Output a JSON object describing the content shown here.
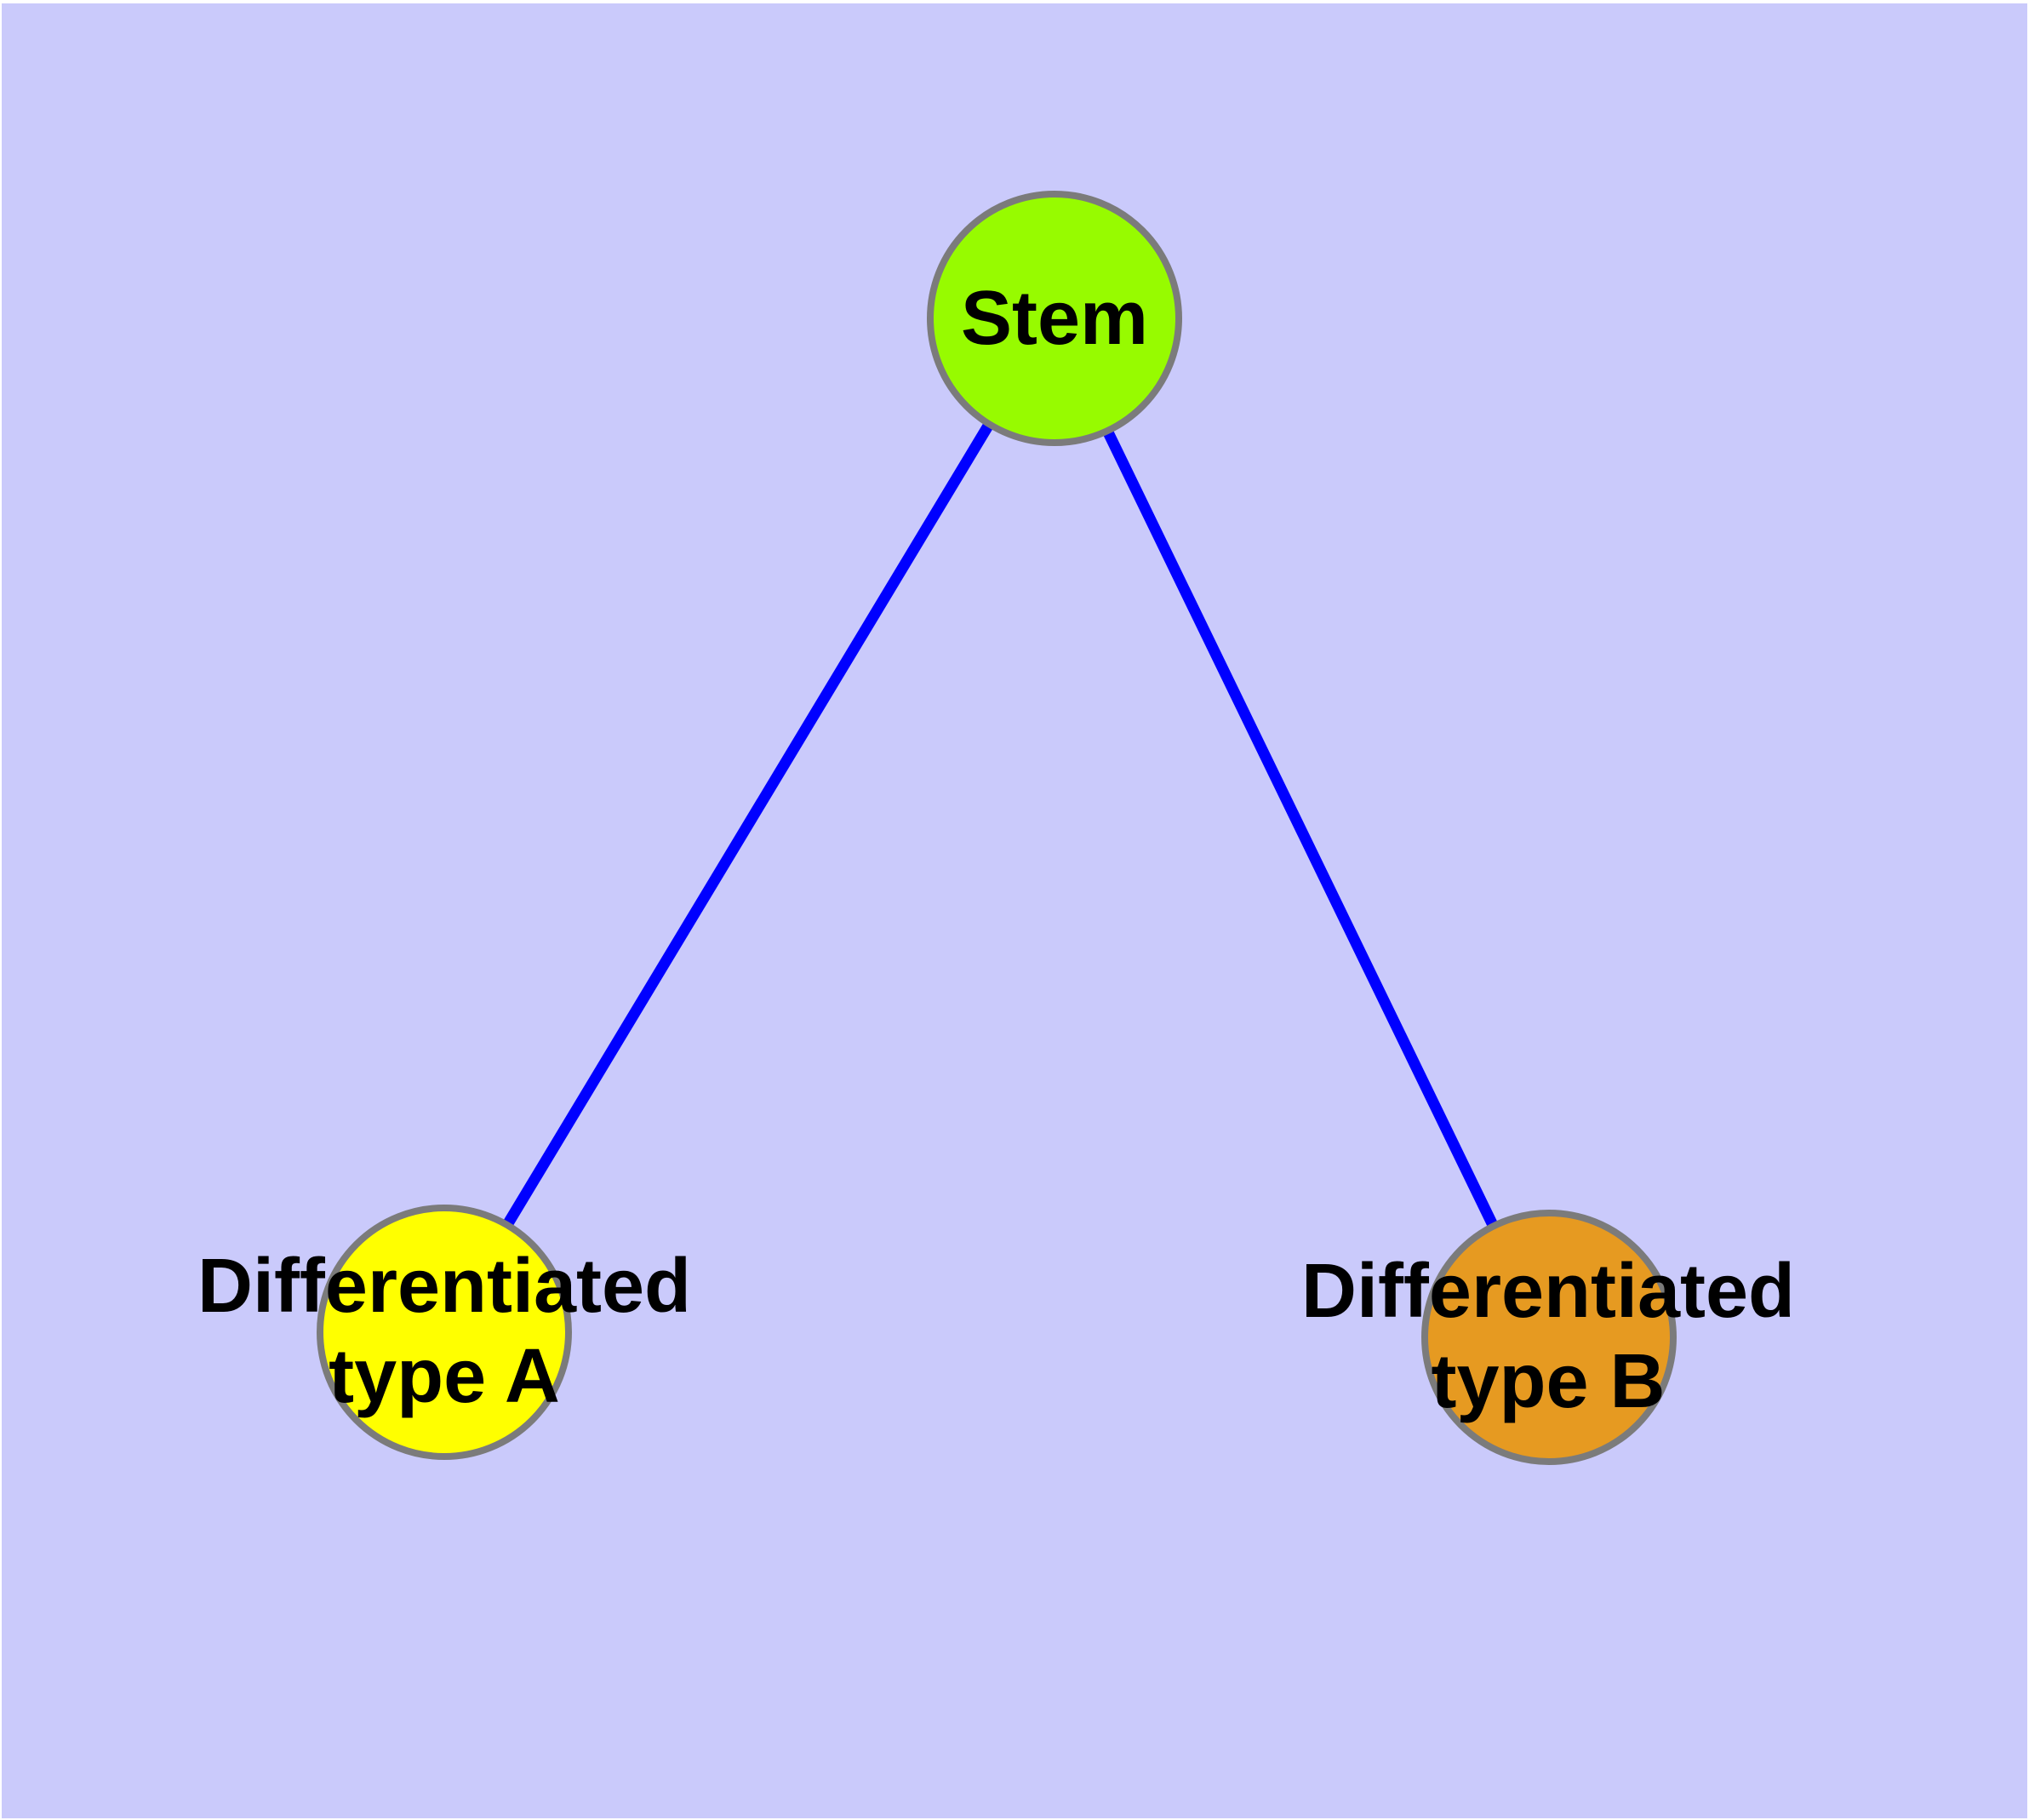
{
  "diagram": {
    "background_color": "#CACAFB",
    "page_margin_color": "#FFFFFF",
    "edge_color": "#0000FF",
    "node_border_color": "#7B7B7B",
    "label_color": "#000000",
    "nodes": [
      {
        "id": "stem",
        "label": "Stem",
        "label_lines": [
          "Stem"
        ],
        "fill": "#97FB00"
      },
      {
        "id": "differentiated-type-a",
        "label": "Differentiated type A",
        "label_lines": [
          "Differentiated",
          "type A"
        ],
        "fill": "#FFFF00"
      },
      {
        "id": "differentiated-type-b",
        "label": "Differentiated type B",
        "label_lines": [
          "Differentiated",
          "type B"
        ],
        "fill": "#E69A21"
      }
    ],
    "edges": [
      {
        "from": "stem",
        "to": "differentiated-type-a"
      },
      {
        "from": "stem",
        "to": "differentiated-type-b"
      }
    ]
  }
}
